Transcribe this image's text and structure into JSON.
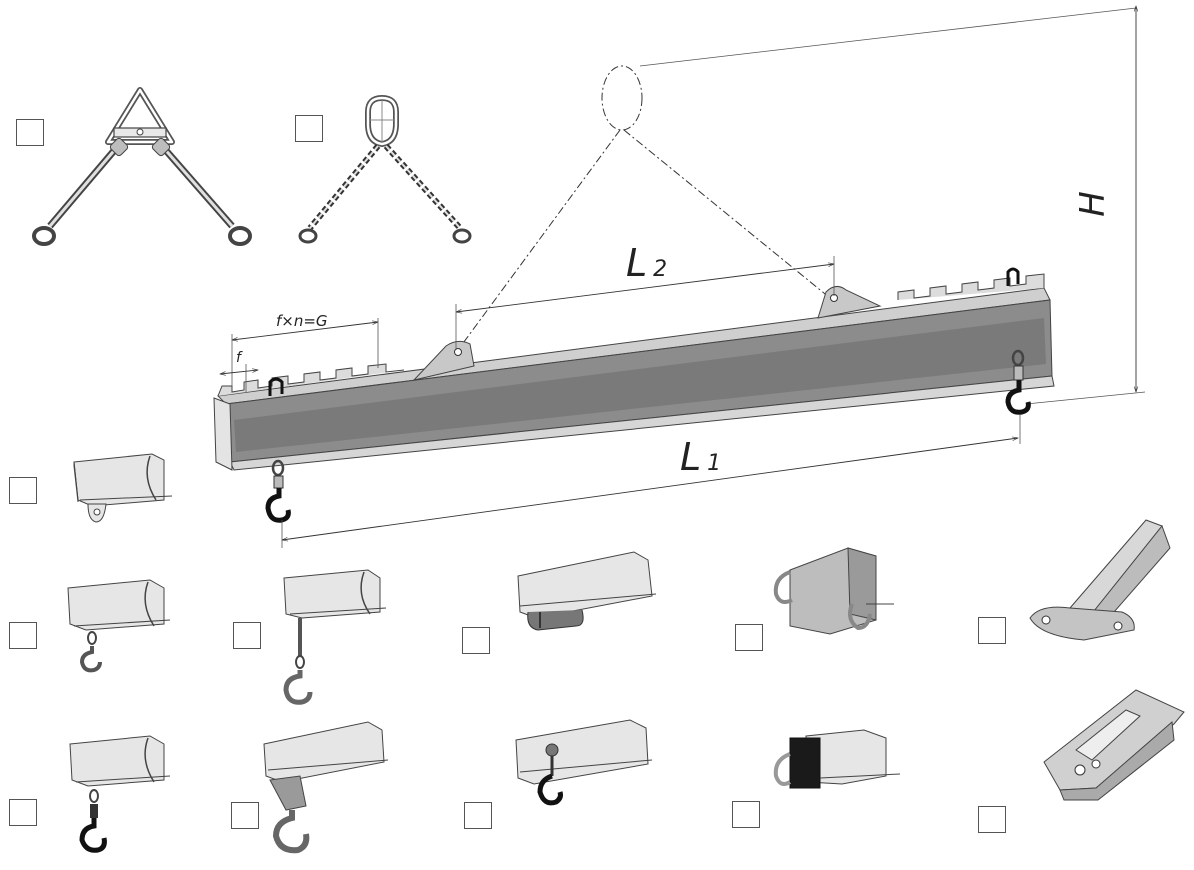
{
  "labels": {
    "height": "H",
    "length_1": "L",
    "length_1_sub": "1",
    "length_2": "L",
    "length_2_sub": "2",
    "pitch_formula": "f×n=G",
    "pitch": "f"
  },
  "colors": {
    "beam_face": "#8c8c8c",
    "beam_light": "#d6d6d6",
    "beam_top": "#bcbcbc",
    "part_light": "#e6e6e6",
    "part_mid": "#b8b8b8",
    "hook_dark": "#1a1a1a",
    "line": "#333333"
  },
  "checkboxes": [
    {
      "id": "triangle-wire-sling",
      "checked": false
    },
    {
      "id": "ring-chain-sling",
      "checked": false
    },
    {
      "id": "end-plate-eye",
      "checked": false
    },
    {
      "id": "end-swivel-hook-small",
      "checked": false
    },
    {
      "id": "end-long-swivel-hook",
      "checked": false
    },
    {
      "id": "under-shackle",
      "checked": false
    },
    {
      "id": "side-shackle-block",
      "checked": false
    },
    {
      "id": "hinged-lug",
      "checked": false
    },
    {
      "id": "end-black-hook",
      "checked": false
    },
    {
      "id": "clamp-hook",
      "checked": false
    },
    {
      "id": "side-black-hook",
      "checked": false
    },
    {
      "id": "black-block-shackle",
      "checked": false
    },
    {
      "id": "channel-roller",
      "checked": false
    }
  ]
}
